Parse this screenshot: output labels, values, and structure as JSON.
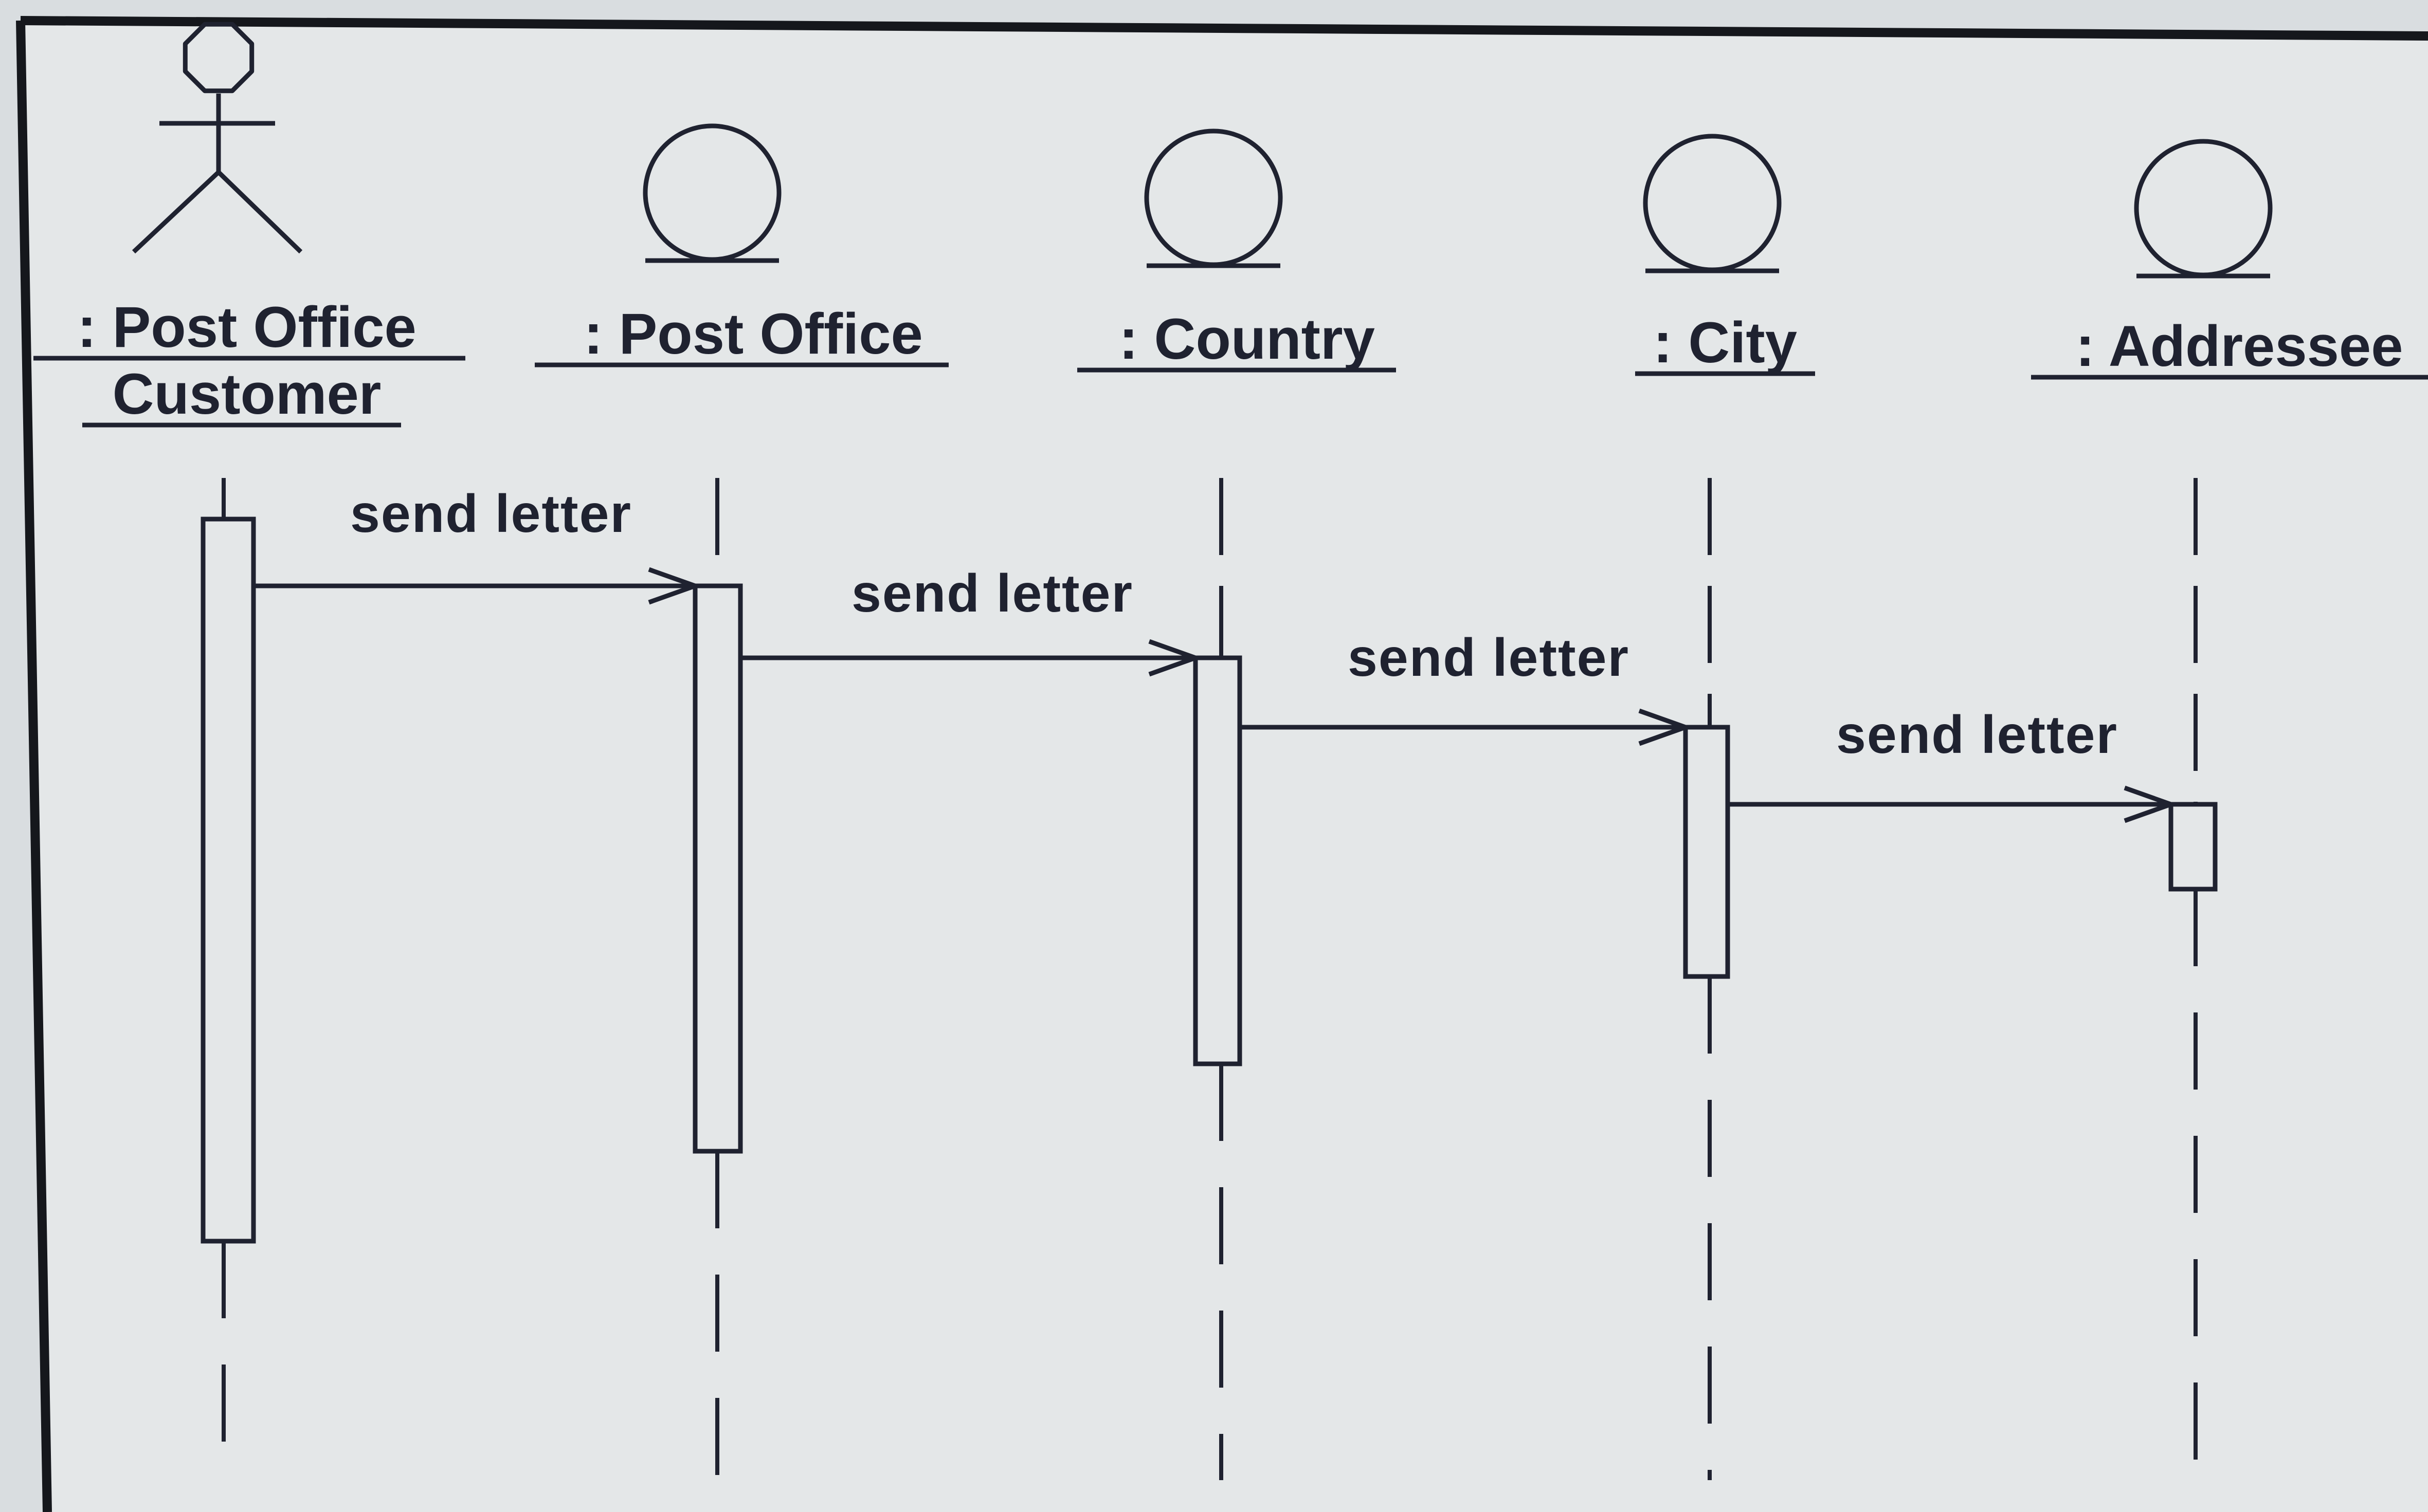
{
  "diagram": {
    "type": "uml-sequence",
    "colors": {
      "background": "#e4e7e8",
      "ink": "#1f2230",
      "frame": "#15171c"
    },
    "participants": [
      {
        "id": "customer",
        "icon": "actor-icon",
        "label_lines": [
          ": Post Office",
          "Customer"
        ]
      },
      {
        "id": "post_office",
        "icon": "entity-icon",
        "label_lines": [
          ": Post Office"
        ]
      },
      {
        "id": "country",
        "icon": "entity-icon",
        "label_lines": [
          ": Country"
        ]
      },
      {
        "id": "city",
        "icon": "entity-icon",
        "label_lines": [
          ": City"
        ]
      },
      {
        "id": "addressee",
        "icon": "entity-icon",
        "label_lines": [
          ": Addressee"
        ]
      }
    ],
    "messages": [
      {
        "from": "customer",
        "to": "post_office",
        "label": "send letter"
      },
      {
        "from": "post_office",
        "to": "country",
        "label": "send letter"
      },
      {
        "from": "country",
        "to": "city",
        "label": "send letter"
      },
      {
        "from": "city",
        "to": "addressee",
        "label": "send letter"
      }
    ]
  }
}
